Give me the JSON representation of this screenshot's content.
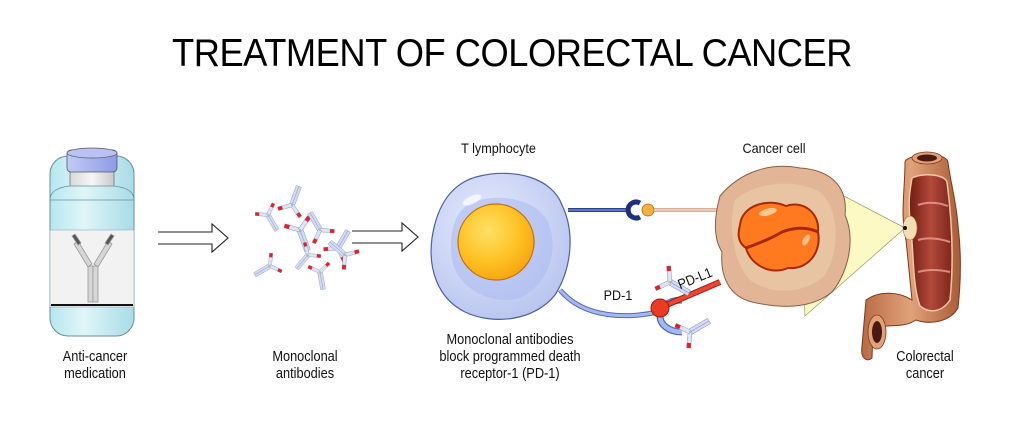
{
  "title": "TREATMENT OF COLORECTAL CANCER",
  "stages": [
    {
      "id": "medication",
      "lines": [
        "Anti-cancer",
        "medication"
      ]
    },
    {
      "id": "antibodies",
      "lines": [
        "Monoclonal",
        "antibodies"
      ]
    },
    {
      "id": "blocking",
      "lines": [
        "Monoclonal antibodies",
        "block programmed death",
        "receptor-1 (PD-1)"
      ]
    },
    {
      "id": "colorectal",
      "lines": [
        "Colorectal",
        "cancer"
      ]
    }
  ],
  "cell_labels": {
    "t_lymphocyte": "T lymphocyte",
    "cancer_cell": "Cancer cell",
    "pd1": "PD-1",
    "pdl1": "PD-L1"
  },
  "icons": [
    "vial-icon",
    "antibody-icon",
    "arrow-right-icon",
    "t-cell-icon",
    "cancer-cell-icon",
    "colon-icon",
    "receptor-icon"
  ],
  "colors": {
    "vial_cap": "#a9b4ee",
    "vial_liquid": "#c9eef3",
    "t_cell": "#c9d4f5",
    "nucleus_yellow": "#fbb917",
    "cancer_cell": "#e3b89c",
    "cancer_nucleus": "#ff6a10",
    "pdl1_red": "#e83a26",
    "pd1_blue": "#8fa6e3",
    "colon": "#c97e55",
    "colon_inner": "#9a3022",
    "zoom_cone": "#fdf9c4"
  }
}
